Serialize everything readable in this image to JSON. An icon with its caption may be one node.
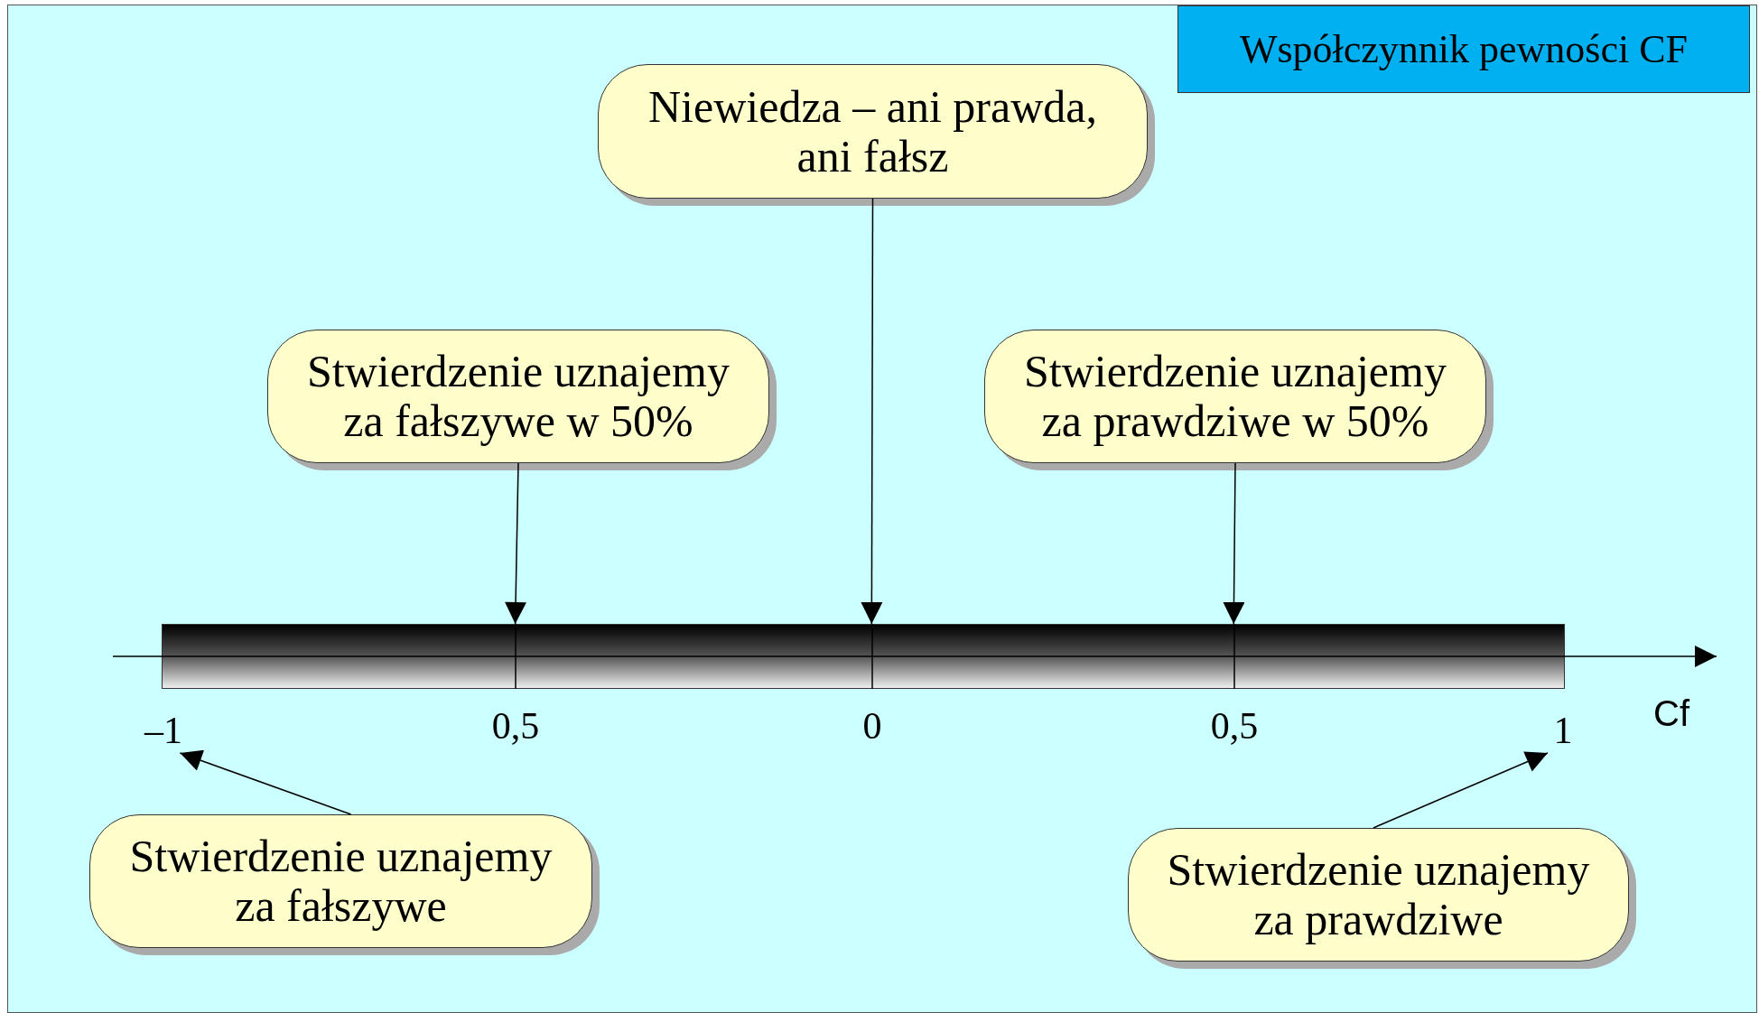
{
  "diagram": {
    "nodes": [
      {
        "text": [
          "Współczynnik pewności CF"
        ]
      },
      {
        "text": [
          "Niewiedza – ani prawda, ani fałsz"
        ]
      },
      {
        "text": [
          "Stwierdzenie uznajemy za fałszywe w 50%"
        ]
      },
      {
        "text": [
          "Stwierdzenie uznajemy za prawdziwe w 50%"
        ]
      },
      {
        "text": [],
        "shape": "bar"
      },
      {
        "text": [
          "–1"
        ]
      },
      {
        "text": [
          "1"
        ]
      },
      {
        "text": [
          "Stwierdzenie uznajemy za fałszywe"
        ]
      },
      {
        "text": [
          "Stwierdzenie uznajemy za prawdziwe"
        ]
      }
    ],
    "edges": [
      {
        "from": 1,
        "to": 4,
        "arrow": "to"
      },
      {
        "from": 2,
        "to": 4,
        "arrow": "to"
      },
      {
        "from": 3,
        "to": 4,
        "arrow": "to"
      },
      {
        "from": 7,
        "to": 5,
        "arrow": "to"
      },
      {
        "from": 8,
        "to": 6,
        "arrow": "to"
      }
    ],
    "labels": [
      "0,5",
      "0",
      "0,5",
      "Cf"
    ]
  }
}
